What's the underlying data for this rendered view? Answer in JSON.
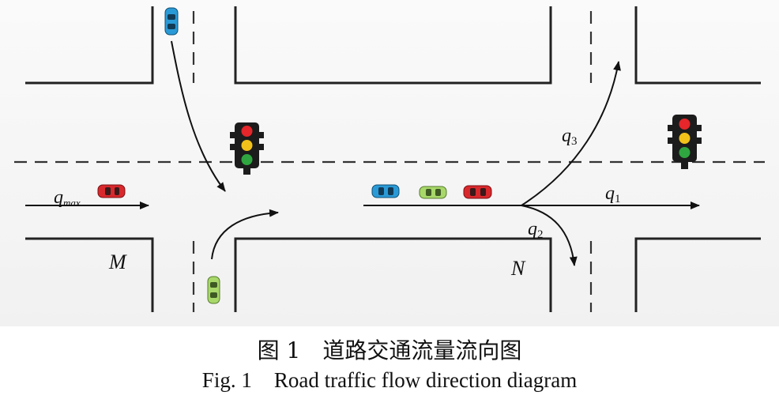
{
  "labels": {
    "q_max": {
      "base": "q",
      "sub": "max"
    },
    "q1": {
      "base": "q",
      "sub": "1"
    },
    "q2": {
      "base": "q",
      "sub": "2"
    },
    "q3": {
      "base": "q",
      "sub": "3"
    },
    "M": "M",
    "N": "N"
  },
  "caption": {
    "cn_fig": "图 1",
    "cn_title": "道路交通流量流向图",
    "en_fig": "Fig. 1",
    "en_title": "Road traffic flow direction diagram"
  },
  "colors": {
    "road_line": "#222222",
    "light_red": "#e5262a",
    "light_yellow": "#f2c21a",
    "light_green": "#2fa640",
    "car_red": "#d9282c",
    "car_blue": "#2a9ad6",
    "car_green": "#a8d86a"
  },
  "icons": [
    "traffic-light-icon",
    "car-icon"
  ]
}
